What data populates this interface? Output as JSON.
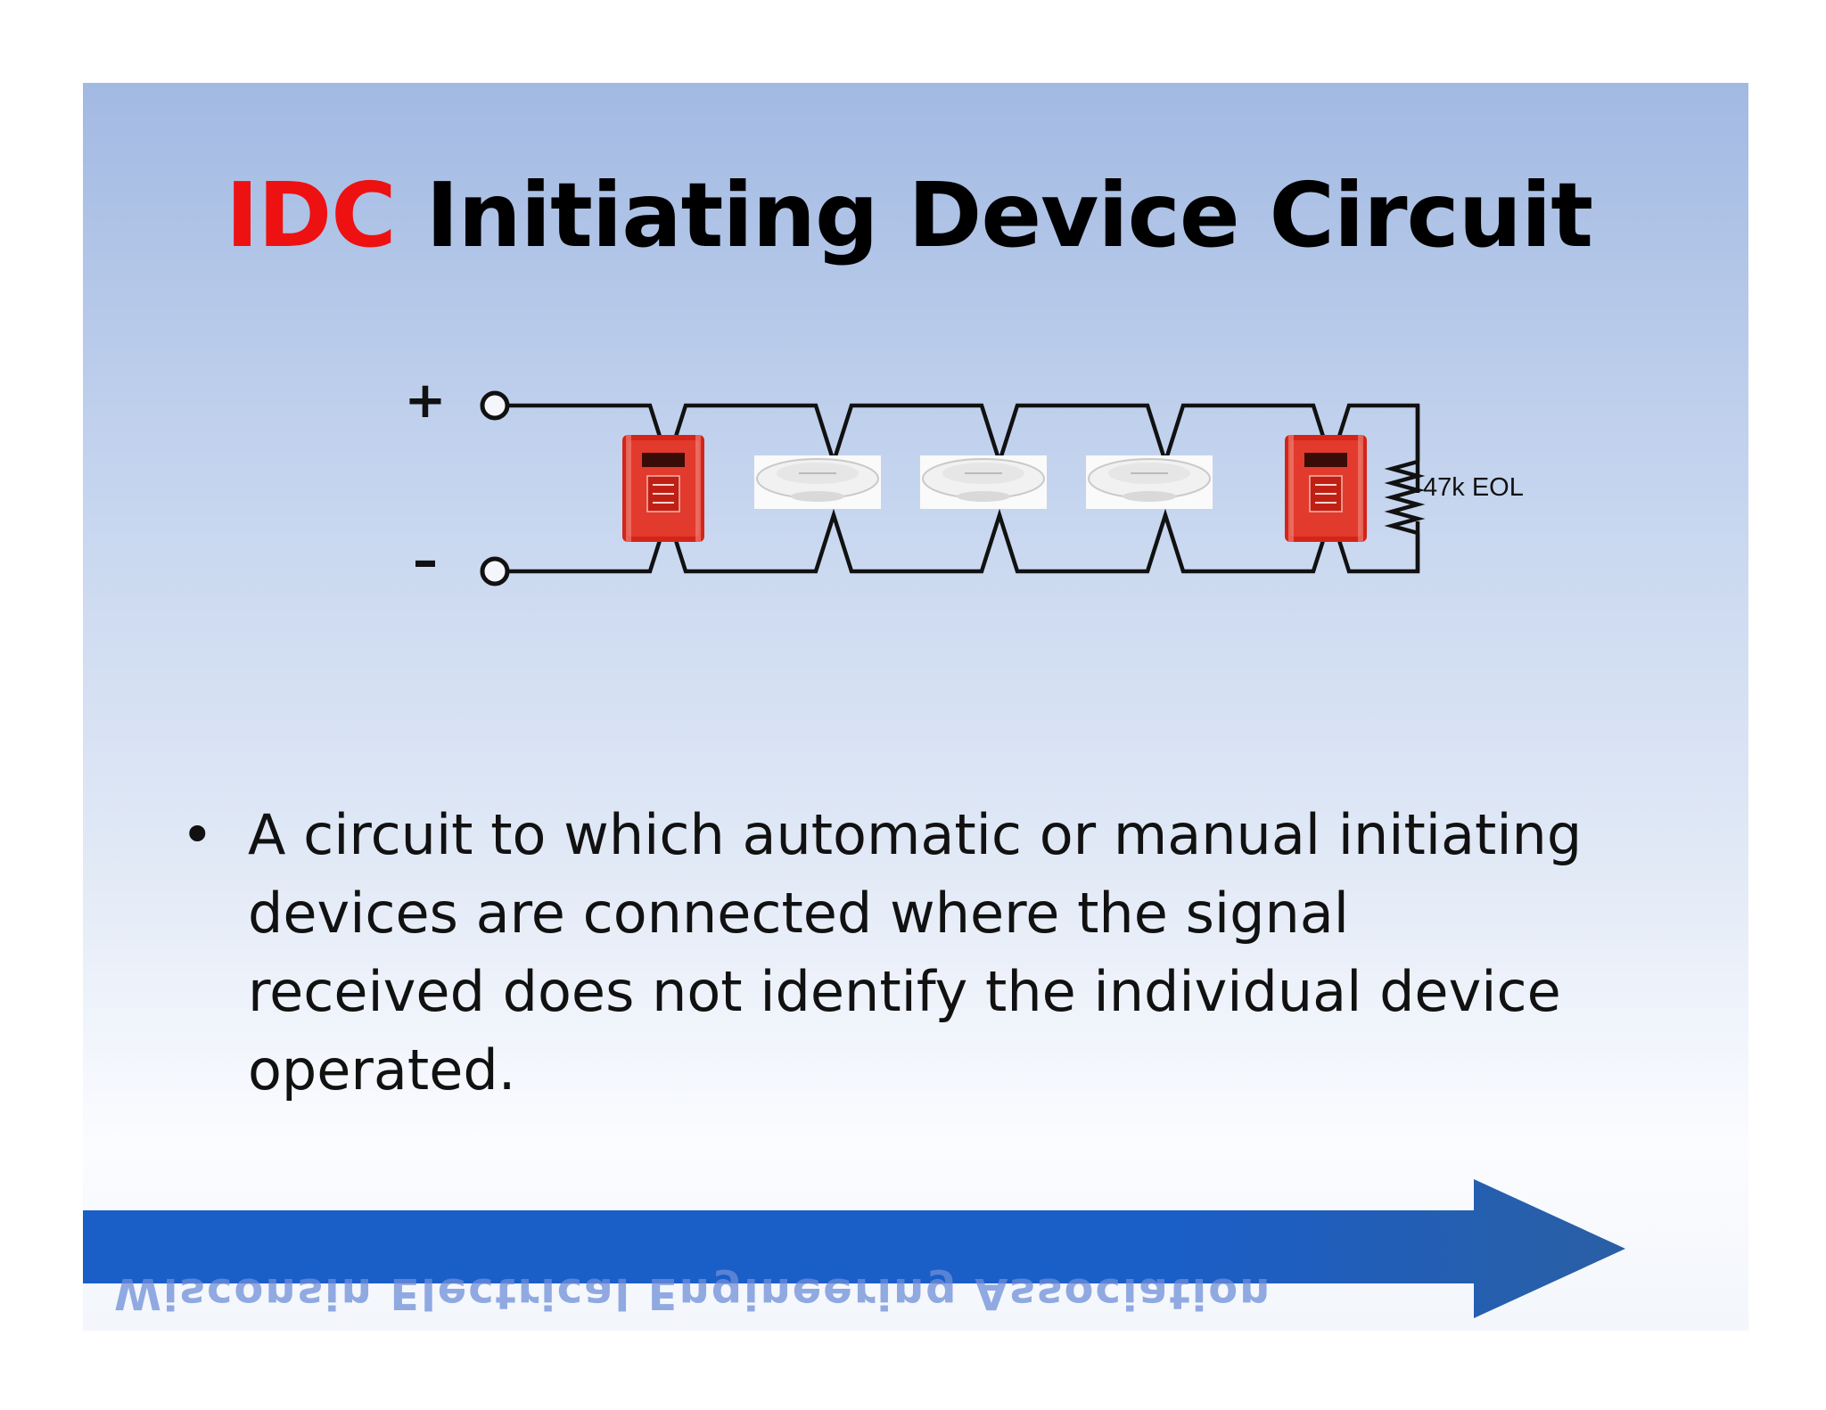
{
  "slide": {
    "title_acronym": "IDC",
    "title_rest": "Initiating Device Circuit",
    "bullet": "A circuit to which automatic or manual initiating devices are connected where the signal received does not identify the individual device operated.",
    "footer": "Wisconsin Electrical Engineering Association"
  },
  "diagram": {
    "plus_label": "+",
    "minus_label": "–",
    "resistor_label": "47k EOL",
    "devices": [
      "manual-pull-station",
      "smoke-detector",
      "smoke-detector",
      "smoke-detector",
      "manual-pull-station"
    ]
  },
  "colors": {
    "title_acronym": "#ee1111",
    "arrow": "#1a5ec8",
    "pull_station": "#d42418"
  }
}
